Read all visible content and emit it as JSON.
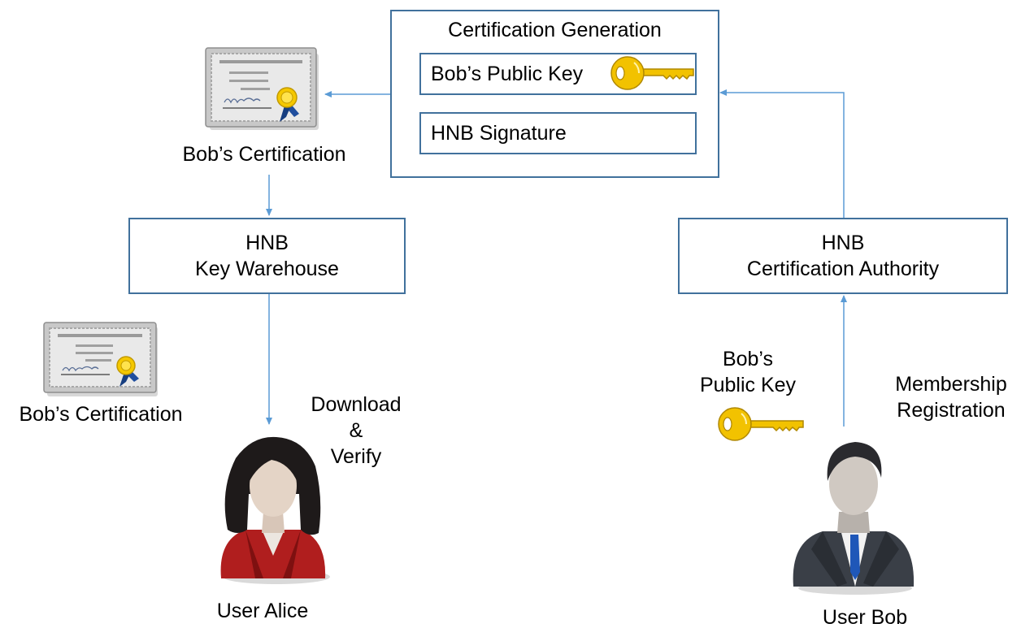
{
  "cert_generation": {
    "title": "Certification Generation",
    "public_key": "Bob’s Public Key",
    "signature": "HNB Signature"
  },
  "key_warehouse": {
    "line1": "HNB",
    "line2": "Key Warehouse"
  },
  "cert_authority": {
    "line1": "HNB",
    "line2": "Certification Authority"
  },
  "labels": {
    "bobs_cert_top": "Bob’s Certification",
    "bobs_cert_left": "Bob’s Certification",
    "download": "Download",
    "ampersand": "&",
    "verify": "Verify",
    "bobs_key_line1": "Bob’s",
    "bobs_key_line2": "Public Key",
    "membership_line1": "Membership",
    "membership_line2": "Registration",
    "user_alice": "User Alice",
    "user_bob": "User Bob"
  },
  "colors": {
    "box_border": "#41719C",
    "arrow": "#5B9BD5",
    "key_gold": "#F2C200",
    "alice_jacket": "#B01E1E",
    "bob_suit": "#3A3F47"
  }
}
